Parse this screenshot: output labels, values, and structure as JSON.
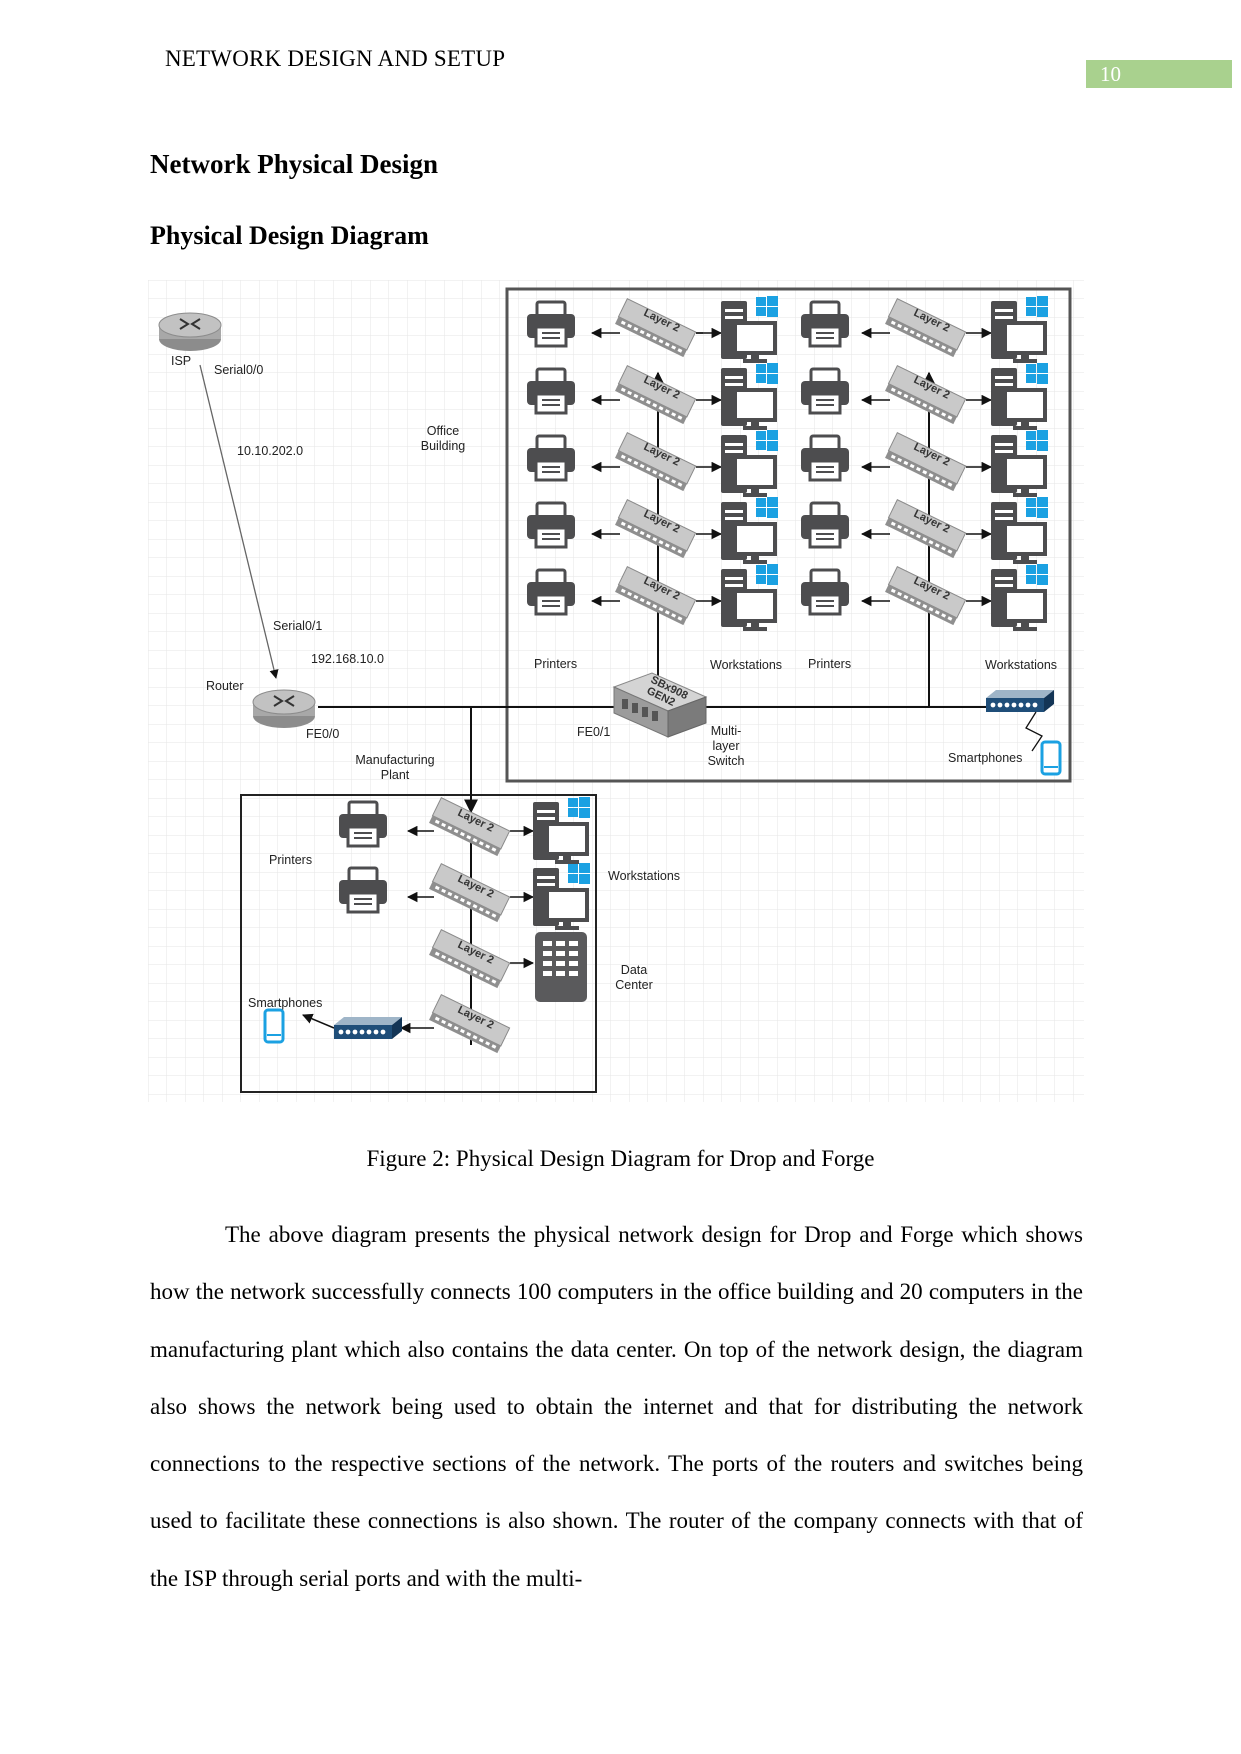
{
  "header": {
    "running_head": "NETWORK DESIGN AND SETUP",
    "page_number": "10"
  },
  "headings": {
    "section": "Network Physical Design",
    "subsection": "Physical Design Diagram"
  },
  "diagram": {
    "isp": "ISP",
    "serial00": "Serial0/0",
    "net_wan": "10.10.202.0",
    "serial01": "Serial0/1",
    "net_lan": "192.168.10.0",
    "router": "Router",
    "fe00": "FE0/0",
    "fe01": "FE0/1",
    "office_l1": "Office",
    "office_l2": "Building",
    "plant_l1": "Manufacturing",
    "plant_l2": "Plant",
    "printers": "Printers",
    "workstations": "Workstations",
    "smartphones": "Smartphones",
    "mls_l1": "Multi-",
    "mls_l2": "layer",
    "mls_l3": "Switch",
    "dc_l1": "Data",
    "dc_l2": "Center",
    "layer2": "Layer 2",
    "mls_device_l1": "SBx908",
    "mls_device_l2": "GEN2"
  },
  "figure_caption": "Figure 2: Physical Design Diagram for Drop and Forge",
  "body_paragraph": "The above diagram presents the physical network design for Drop and Forge which shows how the network successfully connects 100 computers in the office building and 20 computers in the manufacturing plant which also contains the data center. On top of the network design, the diagram also shows the network being used to obtain the internet and that for distributing the network connections to the respective sections of the network. The ports of the routers and switches being used to facilitate these connections is also shown. The router of the company connects with that of the ISP through serial ports and with the multi-",
  "colors": {
    "page_number_bg": "#a9d18e",
    "device_dark": "#4d4d4f",
    "switch_gray": "#b3b3b3",
    "windows_blue": "#1ba1e2",
    "grid": "#e3e3e3"
  }
}
